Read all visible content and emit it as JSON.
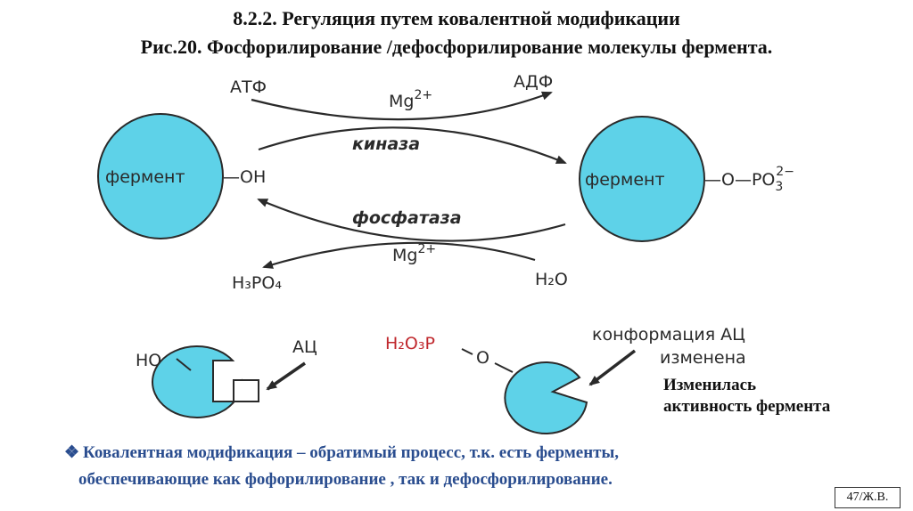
{
  "title": {
    "line1": "8.2.2. Регуляция путем ковалентной модификации",
    "line2": "Рис.20.  Фосфорилирование /дефосфорилирование молекулы фермента."
  },
  "diagram": {
    "atp": "АТФ",
    "adp": "АДФ",
    "mg_top": "Mg",
    "mg_top_sup": "2+",
    "kinase": "киназа",
    "phosphatase": "фосфатаза",
    "mg_bottom": "Mg",
    "mg_bottom_sup": "2+",
    "h3po4": "H₃PO₄",
    "h2o": "H₂O",
    "enzyme_left": "фермент",
    "enzyme_left_group": "—OH",
    "enzyme_right": "фермент",
    "enzyme_right_group": "—O—PO",
    "enzyme_right_sub": "3",
    "enzyme_right_sup": "2−",
    "ho": "HO",
    "active_center": "АЦ",
    "h2o3p": "H₂O₃P",
    "o": "O",
    "conformation_line1": "конформация АЦ",
    "conformation_line2": "изменена",
    "circle_color": "#5ed2e8",
    "stroke_color": "#2a2a2a"
  },
  "note": {
    "line1": "Изменилась",
    "line2": "активность фермента"
  },
  "bullet": {
    "mark": "❖",
    "line1": "Ковалентная модификация –  обратимый процесс, т.к. есть ферменты,",
    "line2": "обеспечивающие как фофорилирование , так и дефосфорилирование."
  },
  "page": "47/Ж.В."
}
